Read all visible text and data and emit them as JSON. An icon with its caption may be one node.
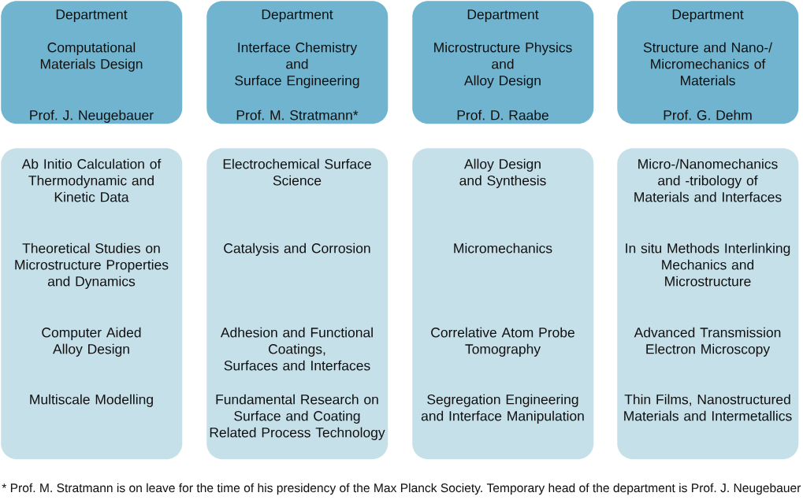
{
  "diagram": {
    "nodes": [
      {
        "text": [
          "Department",
          "Computational Materials Design",
          "Prof. J. Neugebauer"
        ]
      },
      {
        "text": [
          "Department",
          "Interface Chemistry and Surface Engineering",
          "Prof. M. Stratmann*"
        ]
      },
      {
        "text": [
          "Department",
          "Microstructure Physics and Alloy Design",
          "Prof. D. Raabe"
        ]
      },
      {
        "text": [
          "Department",
          "Structure and Nano-/ Micromechanics of Materials",
          "Prof. G. Dehm"
        ]
      },
      {
        "text": [
          "Ab Initio Calculation of Thermodynamic and Kinetic Data",
          "Theoretical Studies on Microstructure Properties and Dynamics",
          "Computer Aided Alloy Design",
          "Multiscale Modelling"
        ]
      },
      {
        "text": [
          "Electrochemical Surface Science",
          "Catalysis and Corrosion",
          "Adhesion and Functional Coatings, Surfaces and Interfaces",
          "Fundamental Research on Surface and Coating Related Process Technology"
        ]
      },
      {
        "text": [
          "Alloy Design and Synthesis",
          "Micromechanics",
          "Correlative Atom Probe Tomography",
          "Segregation Engineering and Interface Manipulation"
        ]
      },
      {
        "text": [
          "Micro-/Nanomechanics and -tribology of Materials and Interfaces",
          "In situ Methods Interlinking Mechanics and Microstructure",
          "Advanced Transmission Electron Microscopy",
          "Thin Films, Nanostructured Materials and Intermetallics"
        ]
      }
    ],
    "labels": [
      "* Prof. M. Stratmann is on leave for the time of his presidency of the Max Planck Society. Temporary head of the department is Prof. J. Neugebauer"
    ]
  }
}
